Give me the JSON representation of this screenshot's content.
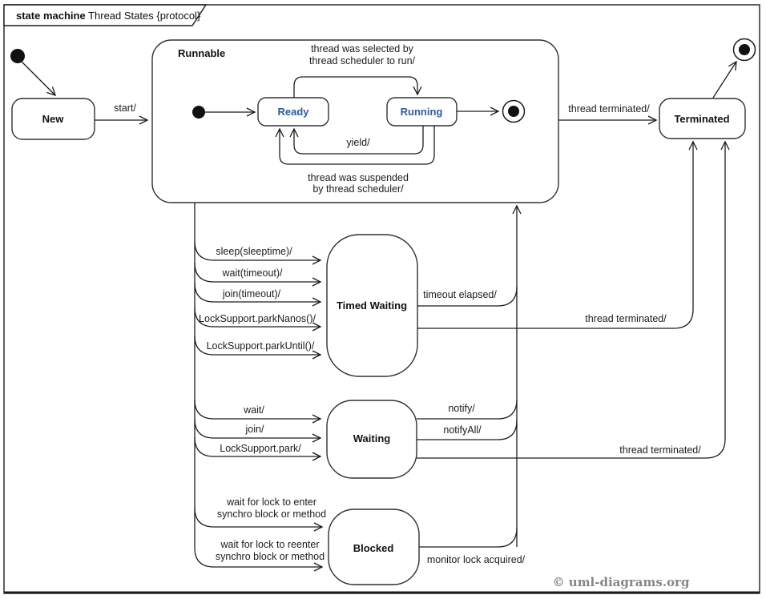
{
  "frame": {
    "title_bold": "state machine",
    "title_rest": " Thread States {protocol}"
  },
  "colors": {
    "diagram_line": "#1c1c1c",
    "state_name_accent": "#2B5A9B",
    "copyright_gray": "#868686"
  },
  "states": {
    "new": "New",
    "runnable": "Runnable",
    "ready": "Ready",
    "running": "Running",
    "terminated": "Terminated",
    "timed_waiting": "Timed Waiting",
    "waiting": "Waiting",
    "blocked": "Blocked"
  },
  "transitions": {
    "start": "start/",
    "selected_line1": "thread was selected by",
    "selected_line2": "thread scheduler to run/",
    "yield": "yield/",
    "suspended_line1": "thread was suspended",
    "suspended_line2": "by thread scheduler/",
    "thread_terminated_runnable": "thread terminated/",
    "sleep": "sleep(sleeptime)/",
    "wait_timeout": "wait(timeout)/",
    "join_timeout": "join(timeout)/",
    "park_nanos": "LockSupport.parkNanos()/",
    "park_until": "LockSupport.parkUntil()/",
    "timeout_elapsed": "timeout elapsed/",
    "thread_terminated_timed_waiting": "thread terminated/",
    "wait": "wait/",
    "join": "join/",
    "lock_support_park": "LockSupport.park/",
    "notify": "notify/",
    "notify_all": "notifyAll/",
    "thread_terminated_waiting": "thread terminated/",
    "enter_line1": "wait for lock to enter",
    "enter_line2": "synchro block or method",
    "reenter_line1": "wait for lock to reenter",
    "reenter_line2": "synchro block or method",
    "monitor_lock_acquired": "monitor lock acquired/"
  },
  "footer": {
    "copyright": "© uml-diagrams.org"
  }
}
